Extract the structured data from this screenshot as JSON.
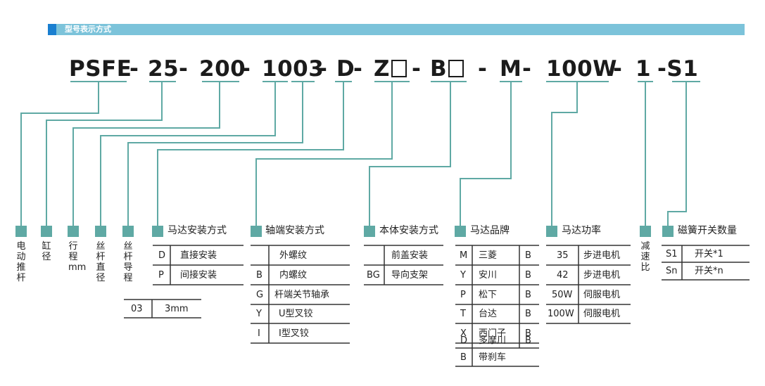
{
  "header": {
    "title": "型号表示方式"
  },
  "code": {
    "parts": [
      "PSFE",
      "-",
      "25",
      "-",
      "200",
      "-",
      "1003",
      "-",
      "D",
      "-",
      "Z",
      "-",
      "B",
      "-",
      "M",
      "-",
      "100W",
      "-",
      "1",
      "-S1"
    ]
  },
  "labels": {
    "motor_push_rod": "电动推杆",
    "cylinder_diameter": "缸径",
    "stroke_mm": "行程mm",
    "screw_diameter": "丝杆直径",
    "screw_lead": "丝杆导程",
    "reducer_ratio": "减速比"
  },
  "motor_install": {
    "title": "马达安装方式",
    "rows": [
      {
        "code": "D",
        "text": "直接安装"
      },
      {
        "code": "P",
        "text": "间接安装"
      }
    ]
  },
  "lead_table": {
    "code": "03",
    "text": "3mm"
  },
  "shaft_install": {
    "title": "轴端安装方式",
    "rows": [
      {
        "code": "",
        "text": "外螺纹"
      },
      {
        "code": "B",
        "text": "内螺纹"
      },
      {
        "code": "G",
        "text": "杆端关节轴承"
      },
      {
        "code": "Y",
        "text": "U型叉铰"
      },
      {
        "code": "I",
        "text": "I型叉铰"
      }
    ]
  },
  "body_install": {
    "title": "本体安装方式",
    "rows": [
      {
        "code": "",
        "text": "前盖安装"
      },
      {
        "code": "BG",
        "text": "导向支架"
      }
    ]
  },
  "motor_brand": {
    "title": "马达品牌",
    "rows": [
      {
        "code": "M",
        "text": "三菱",
        "suffix": "B"
      },
      {
        "code": "Y",
        "text": "安川",
        "suffix": "B"
      },
      {
        "code": "P",
        "text": "松下",
        "suffix": "B"
      },
      {
        "code": "T",
        "text": "台达",
        "suffix": "B"
      },
      {
        "code": "X",
        "text": "西门子",
        "suffix": "B"
      },
      {
        "code": "D",
        "text": "多摩川",
        "suffix": "B"
      },
      {
        "code": "B",
        "text": "带刹车",
        "suffix": ""
      }
    ]
  },
  "motor_power": {
    "title": "马达功率",
    "rows": [
      {
        "code": "35",
        "text": "步进电机"
      },
      {
        "code": "42",
        "text": "步进电机"
      },
      {
        "code": "50W",
        "text": "伺服电机"
      },
      {
        "code": "100W",
        "text": "伺服电机"
      }
    ]
  },
  "magnetic_switch": {
    "title": "磁簧开关数量",
    "rows": [
      {
        "code": "S1",
        "text": "开关*1"
      },
      {
        "code": "Sn",
        "text": "开关*n"
      }
    ]
  },
  "colors": {
    "header": "#7cc3da",
    "accent": "#1a7fd0",
    "leader": "#5fa9a4",
    "rule": "#333333"
  }
}
